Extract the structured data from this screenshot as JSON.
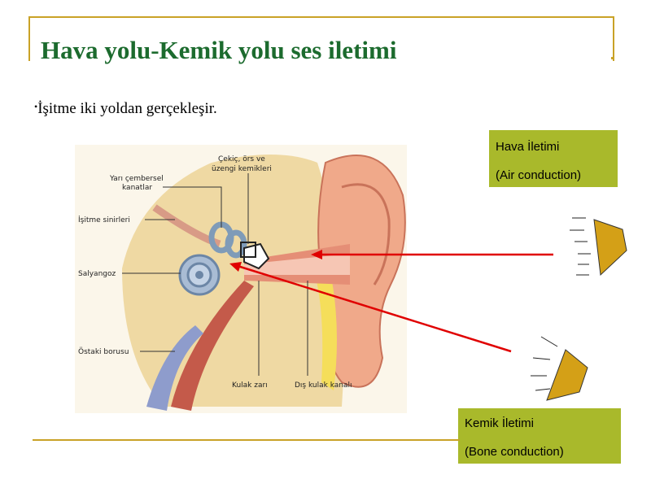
{
  "slide": {
    "title": "Hava yolu-Kemik yolu ses iletimi",
    "bullet_marker": "•",
    "bullet_text": "İşitme iki yoldan gerçekleşir."
  },
  "ear_labels": {
    "canals_line1": "Yarı çembersel",
    "canals_line2": "kanatlar",
    "ossicles_line1": "Çekiç, örs ve",
    "ossicles_line2": "üzengi kemikleri",
    "nerves": "İşitme sinirleri",
    "cochlea": "Salyangoz",
    "eustachian": "Östaki borusu",
    "eardrum": "Kulak zarı",
    "ear_canal": "Dış kulak kanalı"
  },
  "air_box": {
    "line1": "Hava İletimi",
    "line2": "(Air conduction)"
  },
  "bone_box": {
    "line1": "Kemik İletimi",
    "line2": "(Bone conduction)"
  },
  "colors": {
    "title": "#1c6b2e",
    "accent": "#c9a227",
    "box": "#a9b92b",
    "arrow": "#e00000",
    "speaker": "#d4a017"
  }
}
